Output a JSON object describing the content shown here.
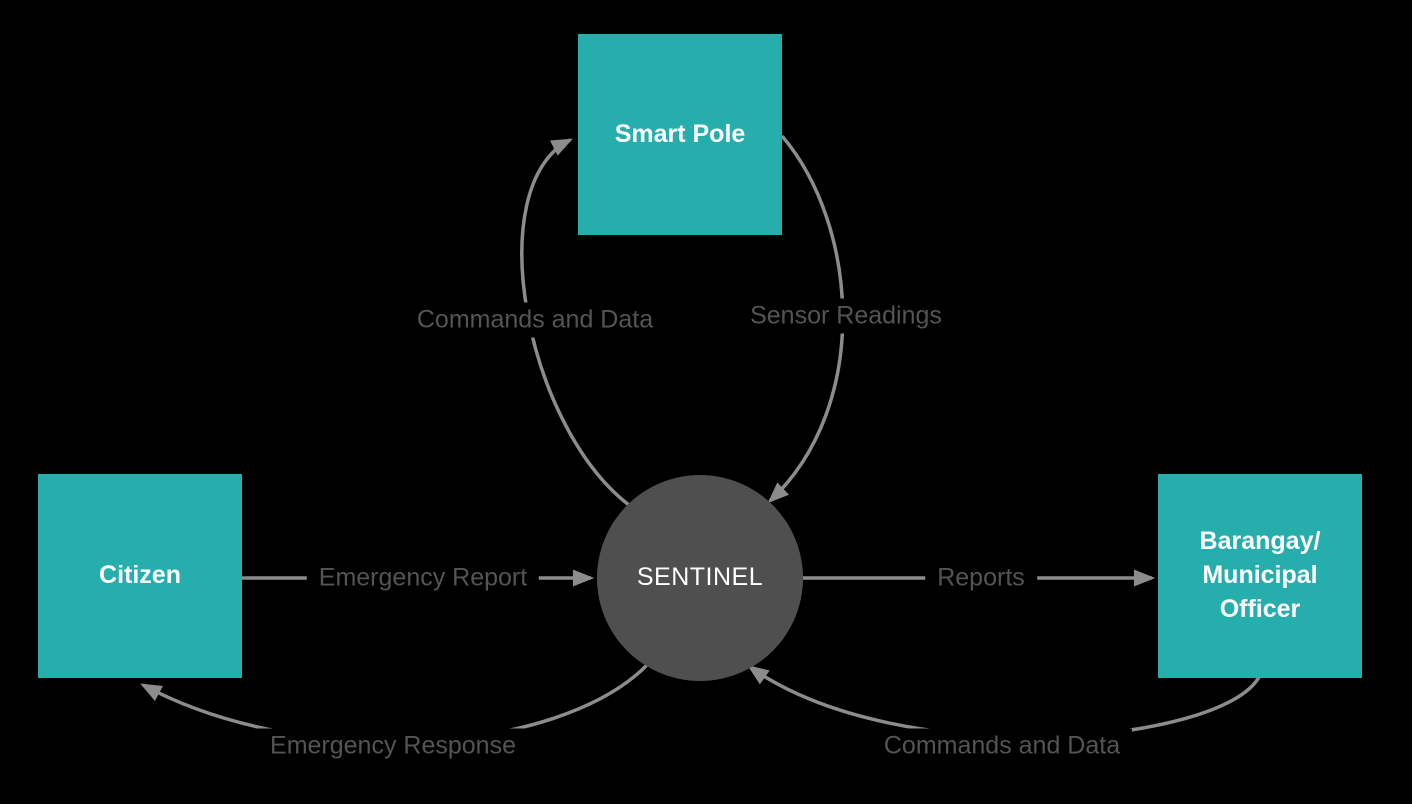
{
  "colors": {
    "background": "#000000",
    "node_fill": "#26AEAD",
    "process_fill": "#4F4F4F",
    "edge_stroke": "#8C8C8C",
    "edge_label_color": "#545454",
    "node_text": "#FFFFFF"
  },
  "diagram": {
    "type": "context-data-flow-diagram",
    "process": {
      "label": "SENTINEL",
      "shape": "circle"
    },
    "entities": {
      "smart_pole": {
        "label": "Smart Pole",
        "shape": "rectangle"
      },
      "citizen": {
        "label": "Citizen",
        "shape": "rectangle"
      },
      "officer": {
        "label": "Barangay/ Municipal Officer",
        "shape": "rectangle"
      }
    },
    "edges": [
      {
        "id": "cmd_top",
        "label": "Commands and Data",
        "from": "SENTINEL",
        "to": "Smart Pole",
        "style": "curved"
      },
      {
        "id": "readings",
        "label": "Sensor Readings",
        "from": "Smart Pole",
        "to": "SENTINEL",
        "style": "curved"
      },
      {
        "id": "report",
        "label": "Emergency Report",
        "from": "Citizen",
        "to": "SENTINEL",
        "style": "straight"
      },
      {
        "id": "reports",
        "label": "Reports",
        "from": "SENTINEL",
        "to": "Barangay/ Municipal Officer",
        "style": "straight"
      },
      {
        "id": "response",
        "label": "Emergency Response",
        "from": "SENTINEL",
        "to": "Citizen",
        "style": "curved"
      },
      {
        "id": "cmd_bottom",
        "label": "Commands and Data",
        "from": "Barangay/ Municipal Officer",
        "to": "SENTINEL",
        "style": "curved"
      }
    ]
  }
}
